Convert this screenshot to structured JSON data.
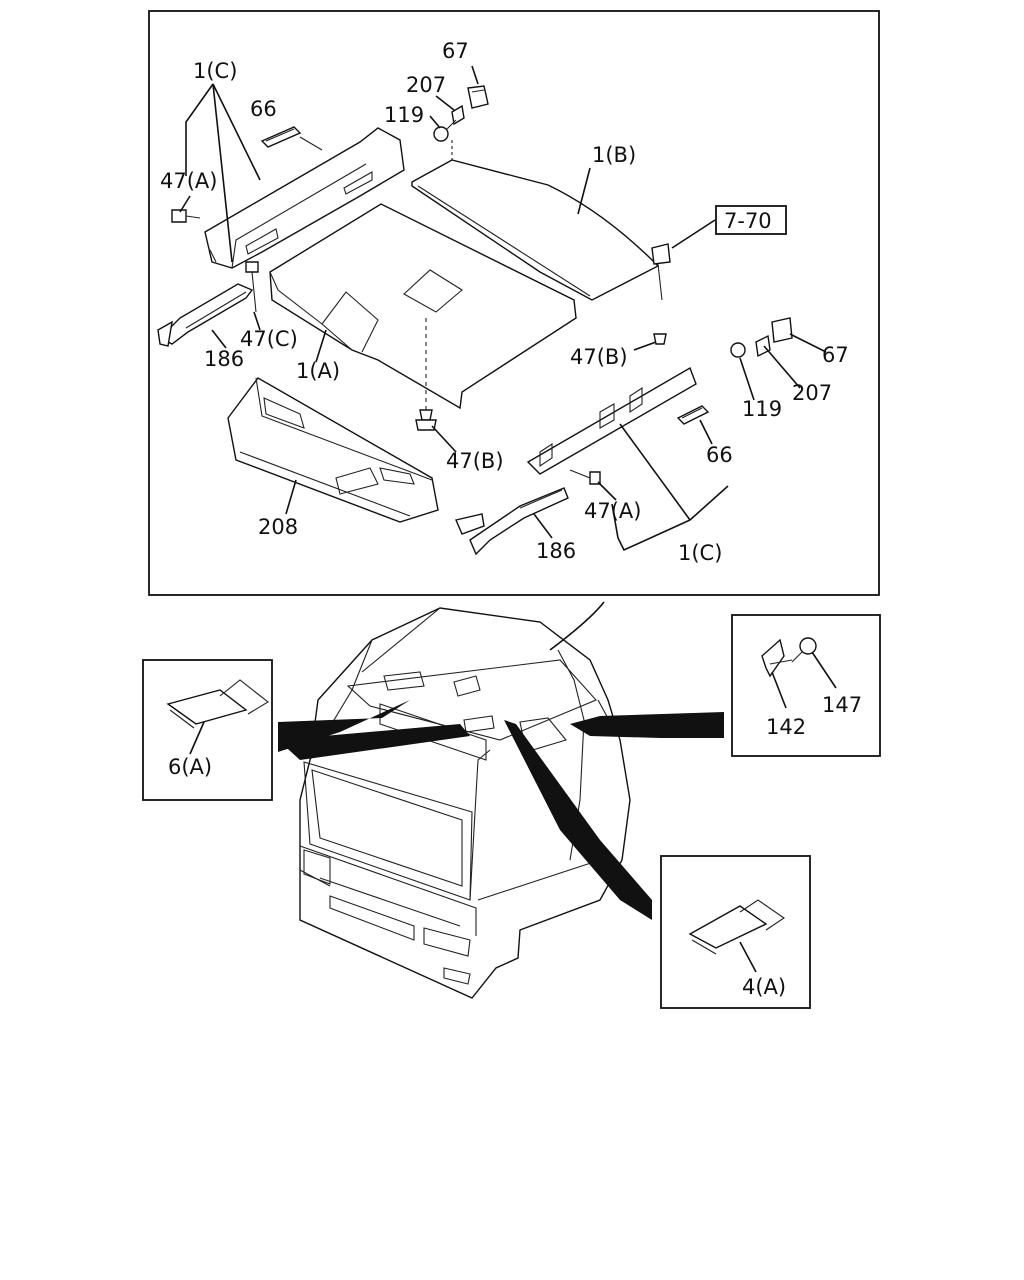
{
  "callouts": {
    "l_1c_top": "1(C)",
    "l_66_top": "66",
    "l_67_top": "67",
    "l_207_top": "207",
    "l_119_top": "119",
    "l_1b": "1(B)",
    "l_770": "7-70",
    "l_47a_top": "47(A)",
    "l_47c": "47(C)",
    "l_186_left": "186",
    "l_1a": "1(A)",
    "l_47b_right": "47(B)",
    "l_67_right": "67",
    "l_207_right": "207",
    "l_119_right": "119",
    "l_47b_center": "47(B)",
    "l_66_right": "66",
    "l_47a_bottom": "47(A)",
    "l_208": "208",
    "l_186_bottom": "186",
    "l_1c_bottom": "1(C)",
    "l_6a": "6(A)",
    "l_142": "142",
    "l_147": "147",
    "l_4a": "4(A)"
  }
}
